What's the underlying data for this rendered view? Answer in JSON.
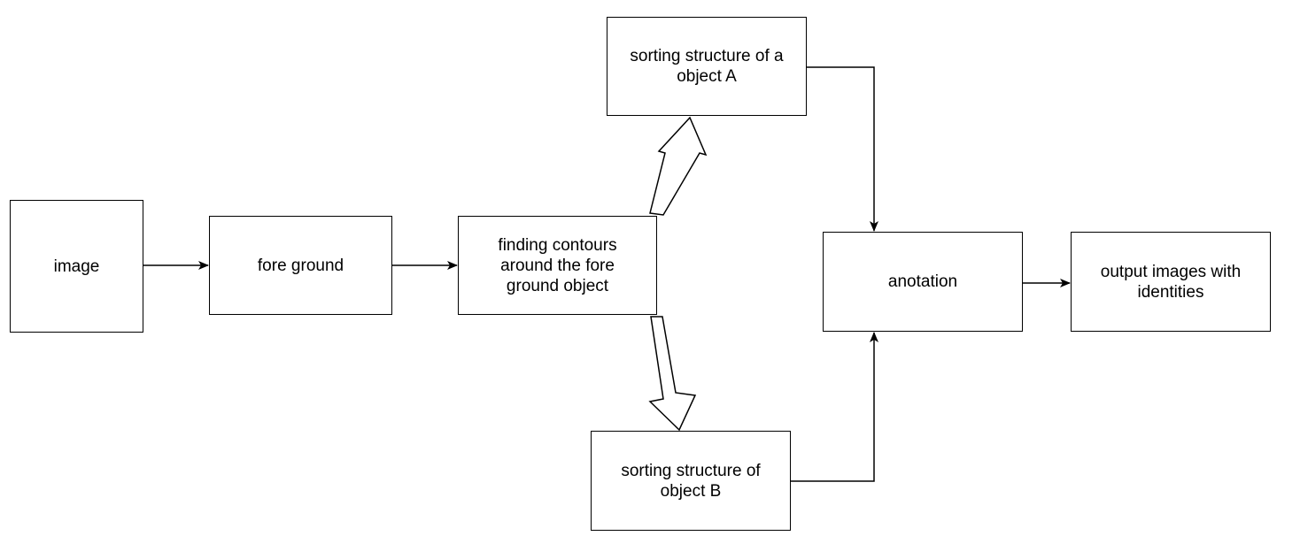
{
  "diagram": {
    "nodes": {
      "image": "image",
      "fore_ground": "fore ground",
      "finding_contours": "finding contours\naround the fore\nground object",
      "sorting_a": "sorting structure of a\nobject A",
      "sorting_b": "sorting structure of\nobject B",
      "anotation": "anotation",
      "output": "output images with\nidentities"
    },
    "edges": [
      {
        "from": "image",
        "to": "fore_ground",
        "style": "arrow"
      },
      {
        "from": "fore_ground",
        "to": "finding_contours",
        "style": "arrow"
      },
      {
        "from": "finding_contours",
        "to": "sorting_a",
        "style": "block-arrow"
      },
      {
        "from": "finding_contours",
        "to": "sorting_b",
        "style": "block-arrow"
      },
      {
        "from": "sorting_a",
        "to": "anotation",
        "style": "elbow-arrow"
      },
      {
        "from": "sorting_b",
        "to": "anotation",
        "style": "elbow-arrow"
      },
      {
        "from": "anotation",
        "to": "output",
        "style": "arrow"
      }
    ]
  }
}
